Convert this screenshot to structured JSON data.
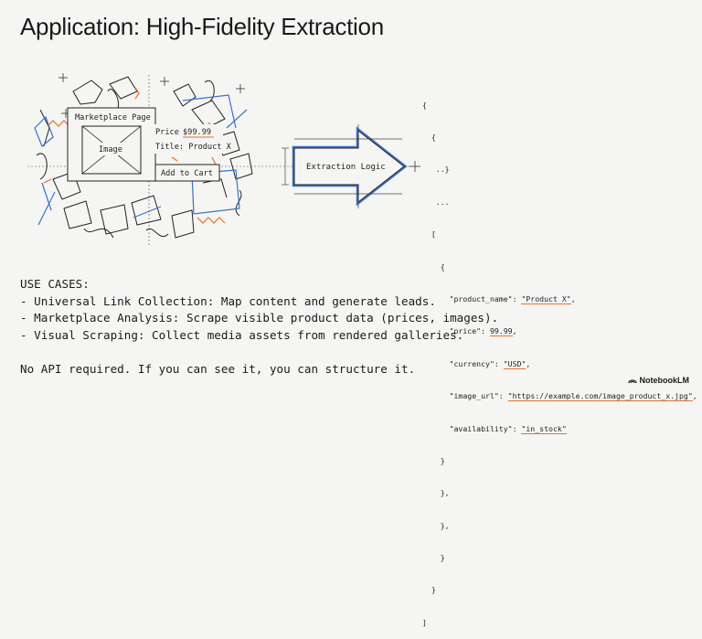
{
  "slide": {
    "title": "Application: High-Fidelity Extraction"
  },
  "illustration": {
    "marketplace_label": "Marketplace Page",
    "image_label": "Image",
    "price_label": "Price",
    "price_value": "$99.99",
    "title_label": "Title: Product X",
    "button_label": "Add to Cart",
    "arrow_label": "Extraction Logic"
  },
  "code": {
    "lines": [
      "{",
      "  {",
      "   ..}",
      "   ...",
      "  [",
      "    {"
    ],
    "fields": [
      {
        "key": "      \"product_name\": ",
        "value": "\"Product X\"",
        "suffix": ","
      },
      {
        "key": "      \"price\": ",
        "value": "99.99",
        "suffix": ","
      },
      {
        "key": "      \"currency\": ",
        "value": "\"USD\"",
        "suffix": ","
      },
      {
        "key": "      \"image_url\": ",
        "value": "\"https://example.com/image_product_x.jpg\"",
        "suffix": ","
      },
      {
        "key": "      \"availability\": ",
        "value": "\"in_stock\"",
        "suffix": ""
      }
    ],
    "closing": [
      "    }",
      "    },",
      "    },",
      "    }",
      "  }",
      "]"
    ]
  },
  "use_cases": {
    "heading": "USE CASES:",
    "items": [
      "- Universal Link Collection: Map content and generate leads.",
      "- Marketplace Analysis: Scrape visible product data (prices, images).",
      "- Visual Scraping: Collect media assets from rendered galleries."
    ]
  },
  "tagline": "No API required. If you can see it, you can structure it.",
  "brand": "NotebookLM",
  "colors": {
    "accent_orange": "#e8702a",
    "accent_blue": "#3a72c8",
    "ink": "#1a1a1a"
  }
}
